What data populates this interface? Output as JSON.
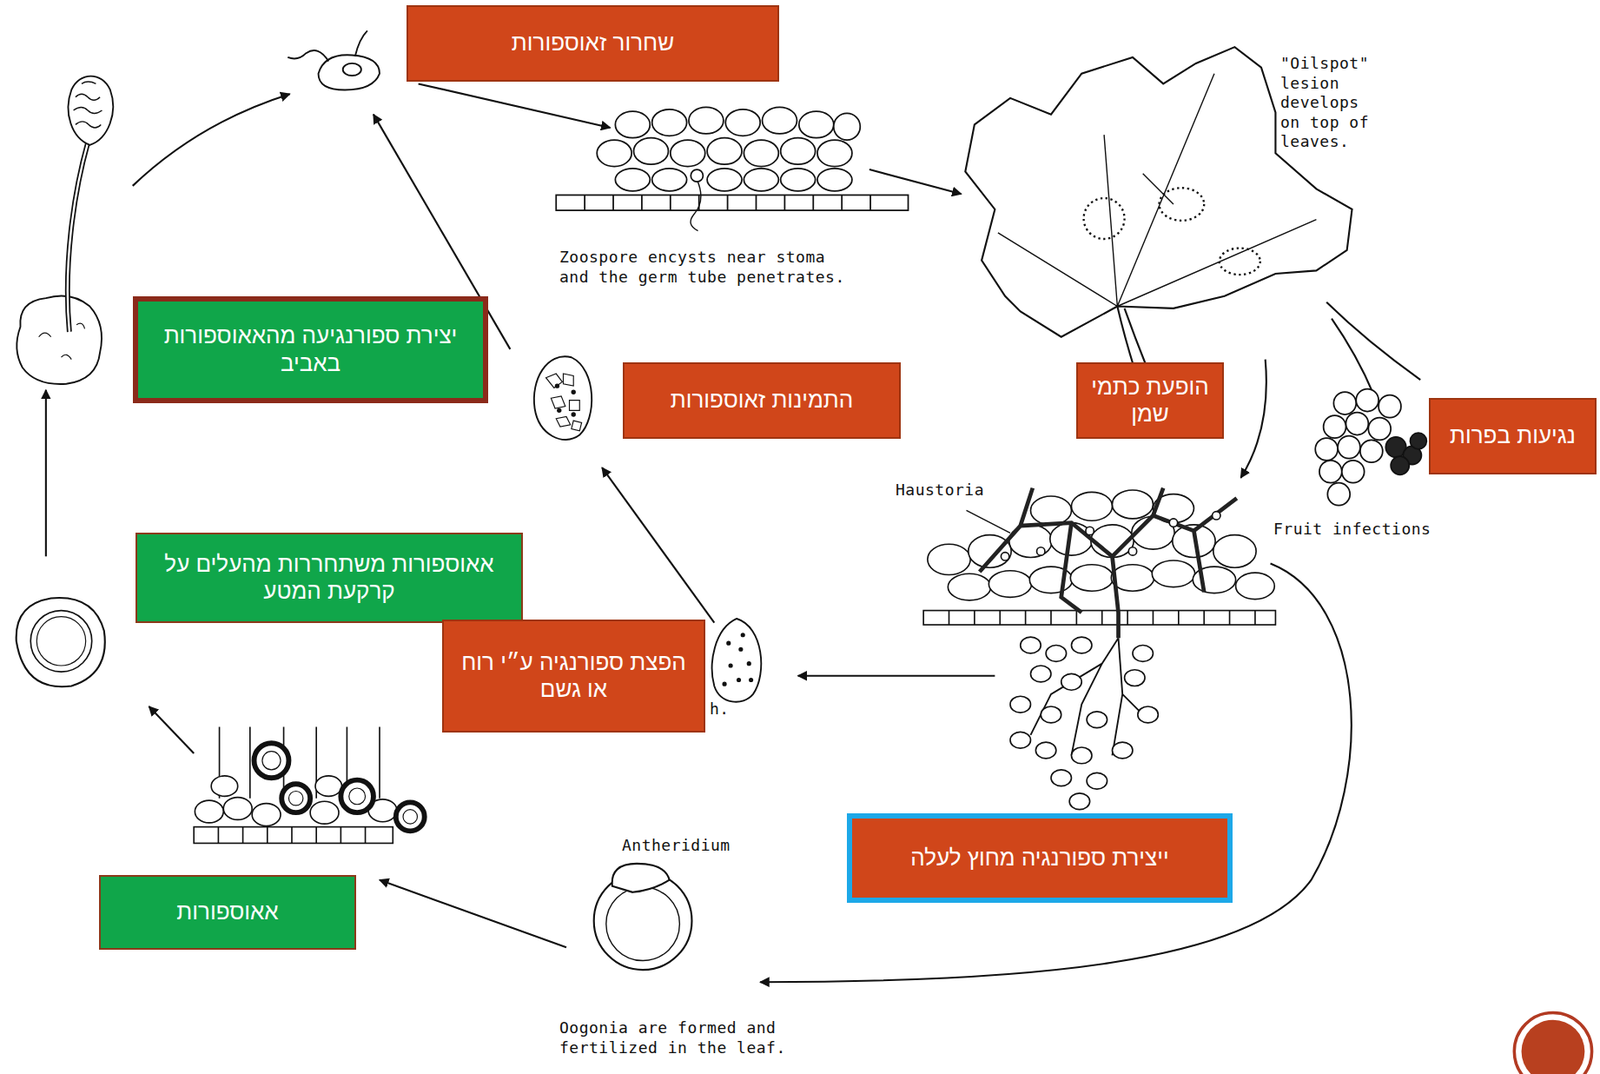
{
  "diagram": {
    "nodes": [
      {
        "text": [
          "שחרור זאוספורות"
        ]
      },
      {
        "text": [
          "יצירת ספורנגיעה מהאאוספורות באביב"
        ]
      },
      {
        "text": [
          "התמינות זאוספורות"
        ]
      },
      {
        "text": [
          "הופעת כתמי שמן"
        ]
      },
      {
        "text": [
          "נגיעות בפרות"
        ]
      },
      {
        "text": [
          "אאוספורות משתחררות מהעלים על קרקעת המטע"
        ]
      },
      {
        "text": [
          "הפצת ספורנגיה ע״י רוח או גשם"
        ]
      },
      {
        "text": [
          "ייצירת ספורנגיה מחוץ לעלה"
        ]
      },
      {
        "text": [
          "אאוספורות"
        ]
      }
    ],
    "labels": [
      "\"Oilspot\" lesion develops on top of leaves.",
      "Zoospore encysts near stoma and the germ tube penetrates.",
      "Haustoria",
      "Fruit infections",
      "Antheridium",
      "Oogonia are formed and fertilized in the leaf.",
      "h."
    ]
  }
}
